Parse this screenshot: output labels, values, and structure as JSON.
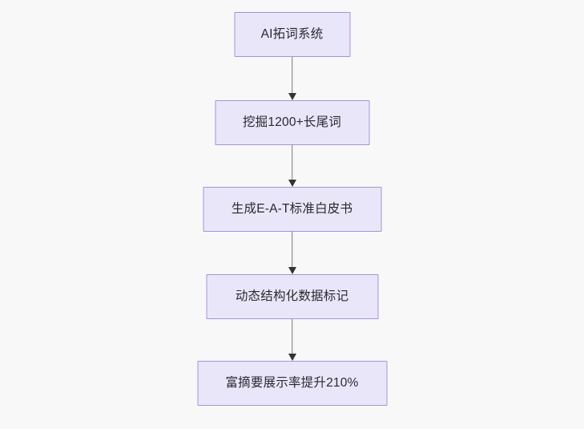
{
  "diagram": {
    "type": "flowchart",
    "direction": "top-to-bottom",
    "background_color": "#f8f8f8",
    "node_fill_color": "#e9e6fa",
    "node_border_color": "#a98fe0",
    "node_text_color": "#272a2e",
    "edge_line_color": "#7a7a7a",
    "edge_arrow_color": "#333333",
    "nodes": [
      {
        "id": "n0",
        "label": "AI拓词系统"
      },
      {
        "id": "n1",
        "label": "挖掘1200+长尾词"
      },
      {
        "id": "n2",
        "label": "生成E-A-T标准白皮书"
      },
      {
        "id": "n3",
        "label": "动态结构化数据标记"
      },
      {
        "id": "n4",
        "label": "富摘要展示率提升210%"
      }
    ],
    "edges": [
      {
        "from": "n0",
        "to": "n1",
        "label": ""
      },
      {
        "from": "n1",
        "to": "n2",
        "label": ""
      },
      {
        "from": "n2",
        "to": "n3",
        "label": ""
      },
      {
        "from": "n3",
        "to": "n4",
        "label": ""
      }
    ]
  }
}
